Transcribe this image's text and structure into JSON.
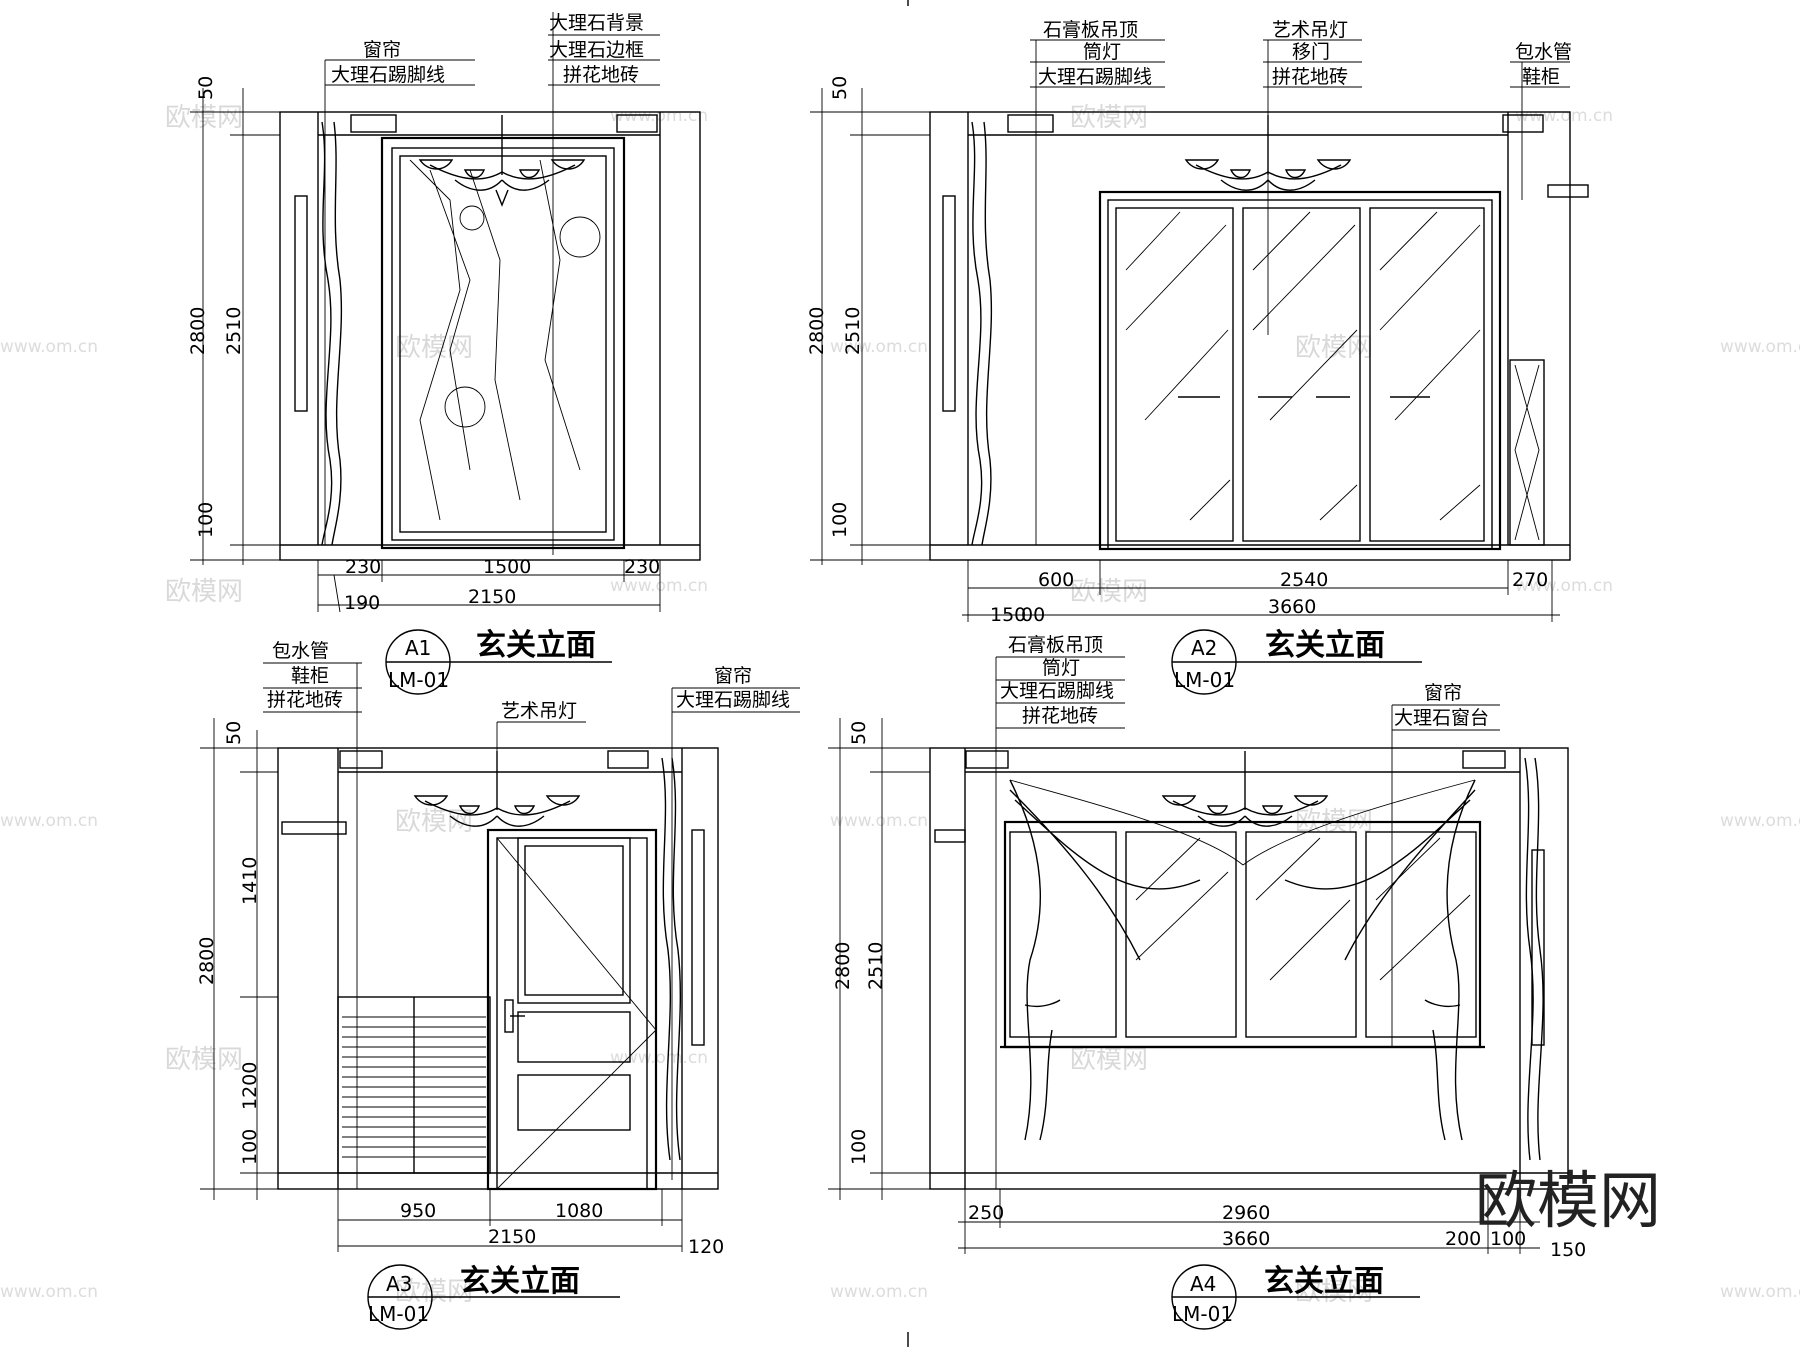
{
  "watermarks": {
    "brand": "欧模网",
    "site": "www.om.cn",
    "logo": "欧模网"
  },
  "views": [
    {
      "id": "a1",
      "title": "玄关立面",
      "code": "A1",
      "sheet": "LM-01",
      "labels": [
        "窗帘",
        "大理石踢脚线",
        "大理石背景",
        "大理石边框",
        "拼花地砖"
      ],
      "vdims": [
        "50",
        "2800",
        "2510",
        "100"
      ],
      "hdims": [
        "230",
        "1500",
        "230",
        "190",
        "2150"
      ]
    },
    {
      "id": "a2",
      "title": "玄关立面",
      "code": "A2",
      "sheet": "LM-01",
      "labels": [
        "石膏板吊顶",
        "筒灯",
        "大理石踢脚线",
        "艺术吊灯",
        "移门",
        "拼花地砖",
        "包水管",
        "鞋柜"
      ],
      "vdims": [
        "50",
        "2800",
        "2510",
        "100"
      ],
      "hdims": [
        "600",
        "2540",
        "270",
        "150",
        "3660",
        "00"
      ]
    },
    {
      "id": "a3",
      "title": "玄关立面",
      "code": "A3",
      "sheet": "LM-01",
      "labels": [
        "包水管",
        "鞋柜",
        "拼花地砖",
        "艺术吊灯",
        "窗帘",
        "大理石踢脚线"
      ],
      "vdims": [
        "50",
        "1410",
        "2800",
        "1200",
        "100"
      ],
      "hdims": [
        "950",
        "1080",
        "2150",
        "120"
      ]
    },
    {
      "id": "a4",
      "title": "玄关立面",
      "code": "A4",
      "sheet": "LM-01",
      "labels": [
        "石膏板吊顶",
        "筒灯",
        "大理石踢脚线",
        "拼花地砖",
        "窗帘",
        "大理石窗台"
      ],
      "vdims": [
        "50",
        "2800",
        "2510",
        "100"
      ],
      "hdims": [
        "250",
        "2960",
        "3660",
        "200",
        "100",
        "150"
      ]
    }
  ]
}
